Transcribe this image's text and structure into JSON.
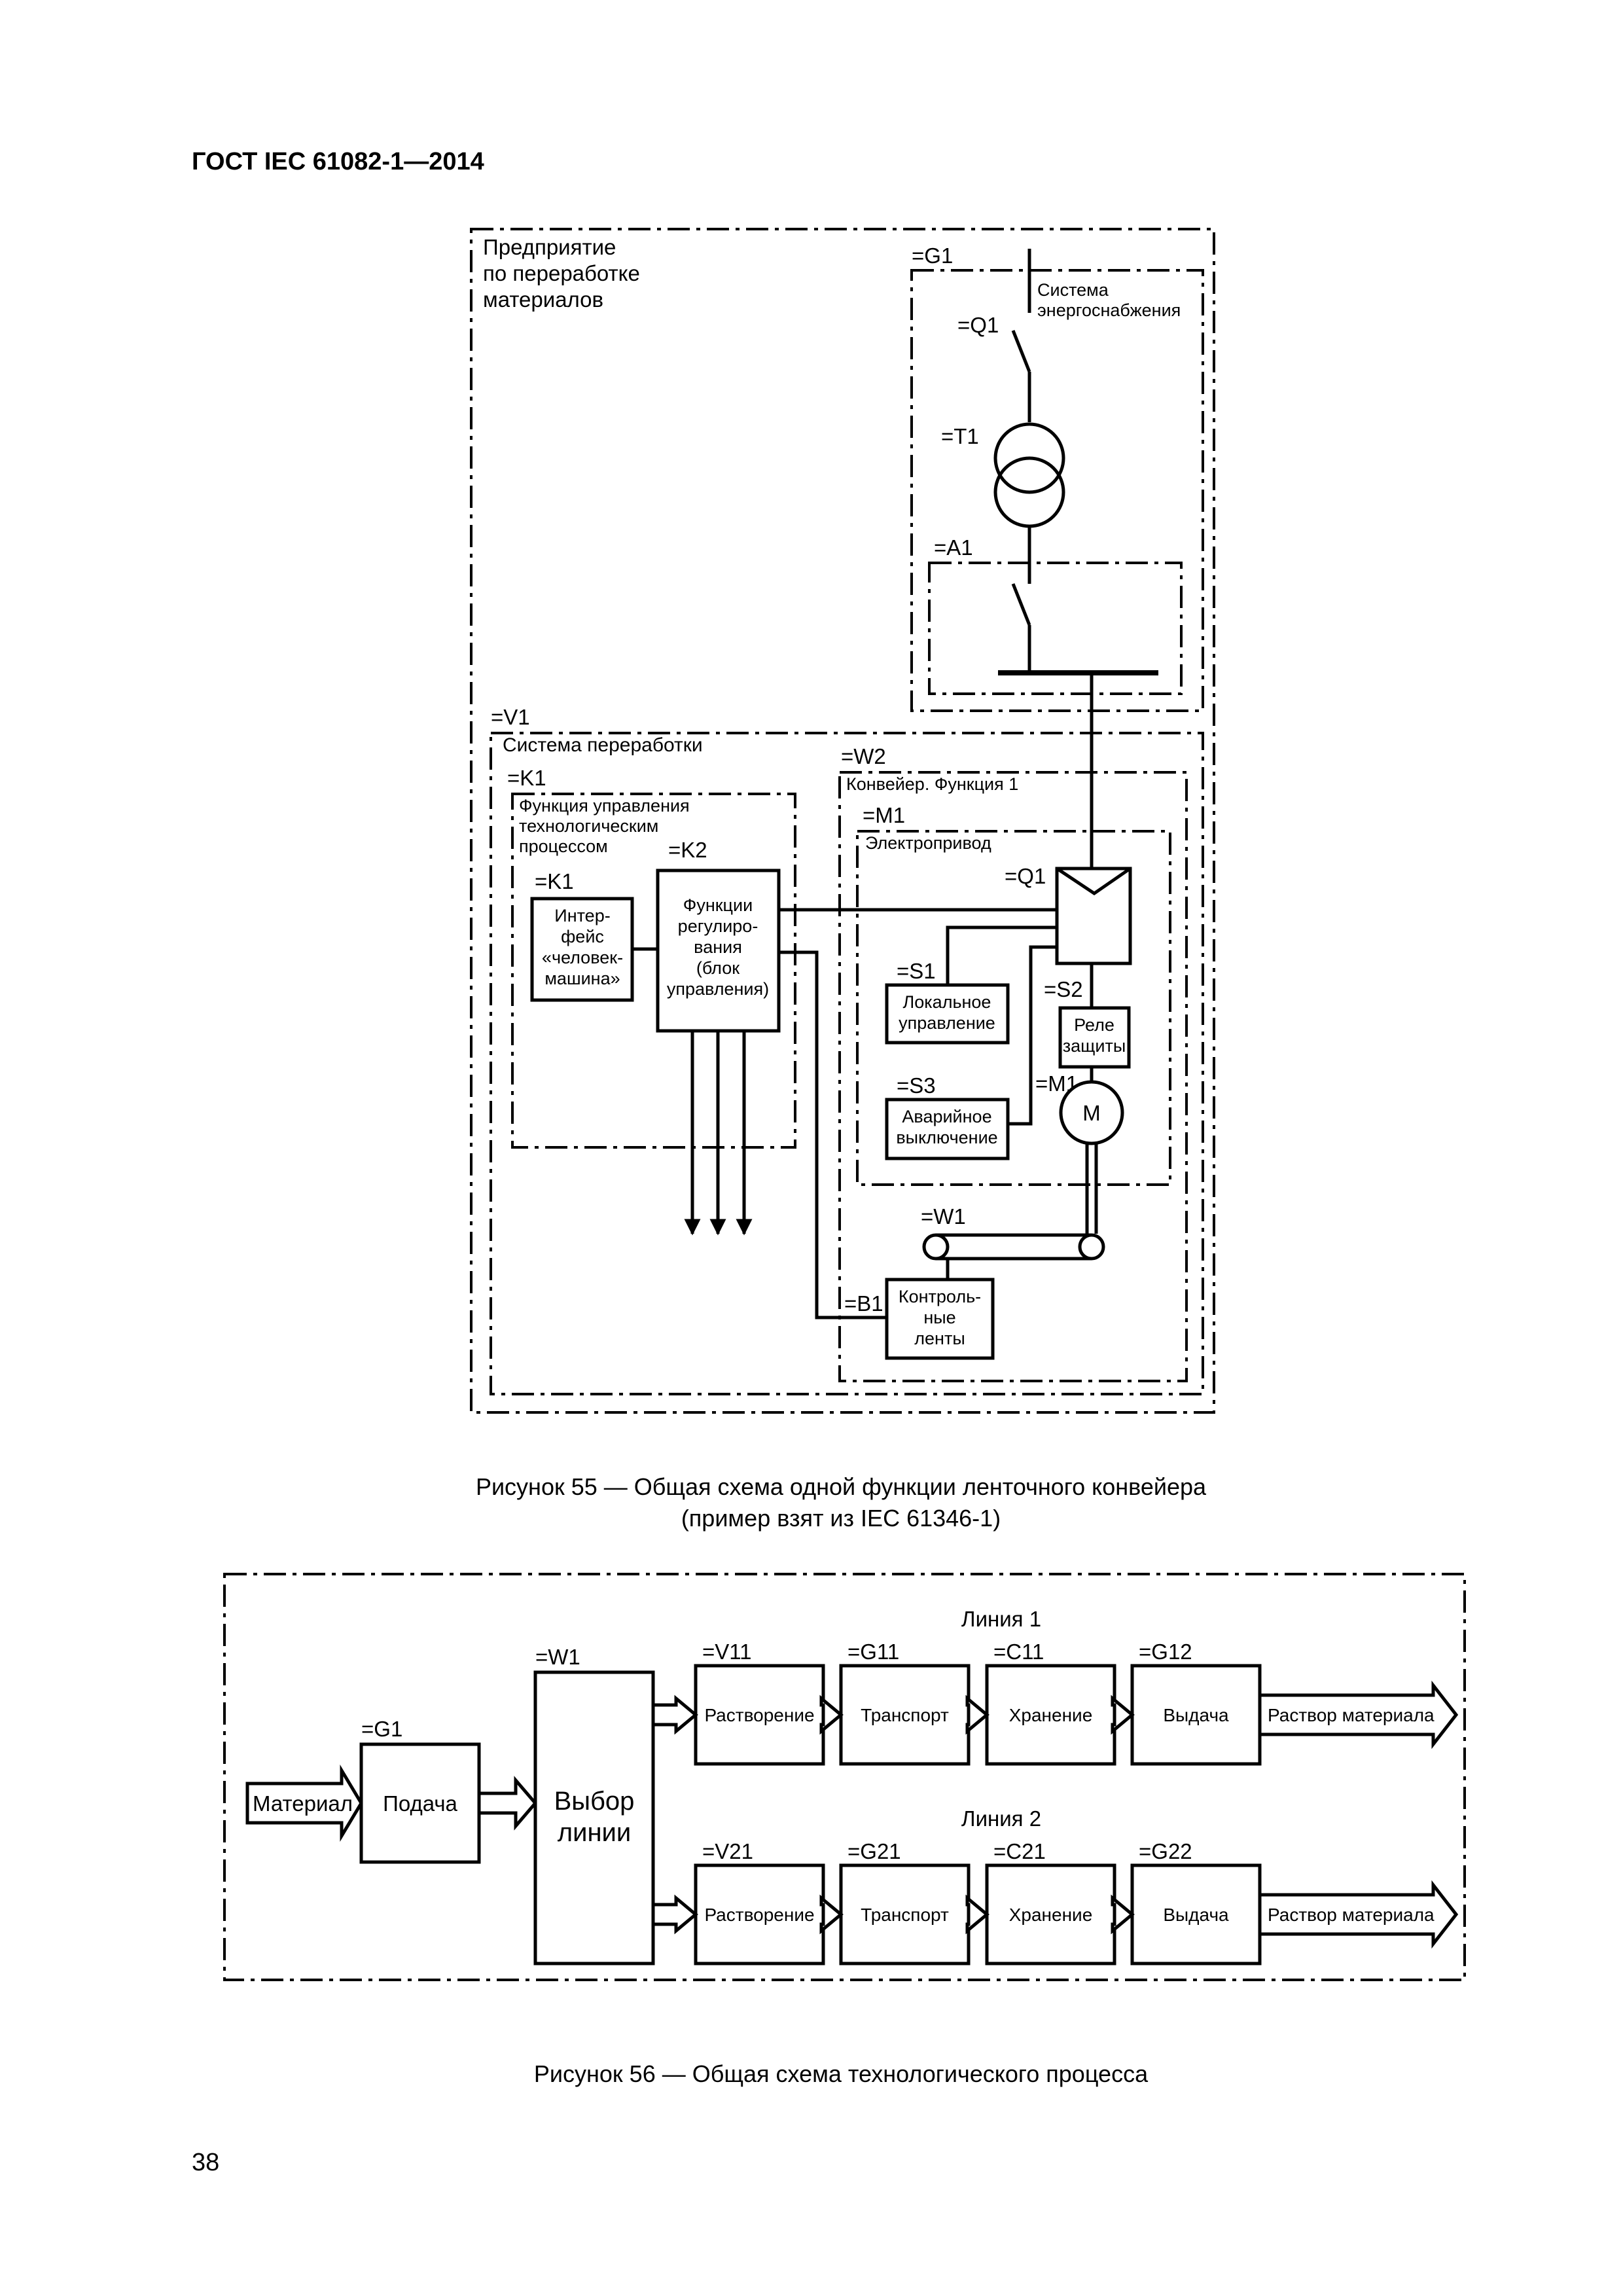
{
  "header": {
    "title": "ГОСТ IEC 61082-1—2014"
  },
  "page_number": "38",
  "figure55": {
    "caption_line1": "Рисунок 55 — Общая схема одной функции ленточного конвейера",
    "caption_line2": "(пример взят из IEC 61346-1)",
    "enterprise": [
      "Предприятие",
      "по переработке",
      "материалов"
    ],
    "g1": "=G1",
    "power_system": [
      "Система",
      "энергоснабжения"
    ],
    "q1_switch": "=Q1",
    "t1": "=T1",
    "a1": "=A1",
    "v1": "=V1",
    "processing_system": "Система переработки",
    "k1_outer": "=K1",
    "process_control": [
      "Функция управления",
      "технологическим",
      "процессом"
    ],
    "k2": "=K2",
    "k1_inner": "=K1",
    "hmi": [
      "Интер-",
      "фейс",
      "«человек-",
      "машина»"
    ],
    "regulation": [
      "Функции",
      "регулиро-",
      "вания",
      "(блок",
      "управления)"
    ],
    "w2": "=W2",
    "conveyor_function": "Конвейер. Функция 1",
    "m1_group": "=M1",
    "electric_drive": "Электропривод",
    "q1_drive": "=Q1",
    "s1": "=S1",
    "local_control": [
      "Локальное",
      "управление"
    ],
    "s2": "=S2",
    "relay": [
      "Реле",
      "защиты"
    ],
    "s3": "=S3",
    "emergency": [
      "Аварийное",
      "выключение"
    ],
    "m1_motor": "=M1",
    "motor": "M",
    "w1": "=W1",
    "b1": "=B1",
    "belt_control": [
      "Контроль-",
      "ные",
      "ленты"
    ]
  },
  "figure56": {
    "caption": "Рисунок 56 — Общая схема технологического процесса",
    "g1": "=G1",
    "material": "Материал",
    "supply": "Подача",
    "w1": "=W1",
    "line_select": [
      "Выбор",
      "линии"
    ],
    "lines": [
      {
        "title": "Линия 1",
        "stages": [
          {
            "id": "=V11",
            "label": "Растворение"
          },
          {
            "id": "=G11",
            "label": "Транспорт"
          },
          {
            "id": "=C11",
            "label": "Хранение"
          },
          {
            "id": "=G12",
            "label": "Выдача"
          }
        ],
        "output": "Раствор материала"
      },
      {
        "title": "Линия 2",
        "stages": [
          {
            "id": "=V21",
            "label": "Растворение"
          },
          {
            "id": "=G21",
            "label": "Транспорт"
          },
          {
            "id": "=C21",
            "label": "Хранение"
          },
          {
            "id": "=G22",
            "label": "Выдача"
          }
        ],
        "output": "Раствор материала"
      }
    ]
  }
}
